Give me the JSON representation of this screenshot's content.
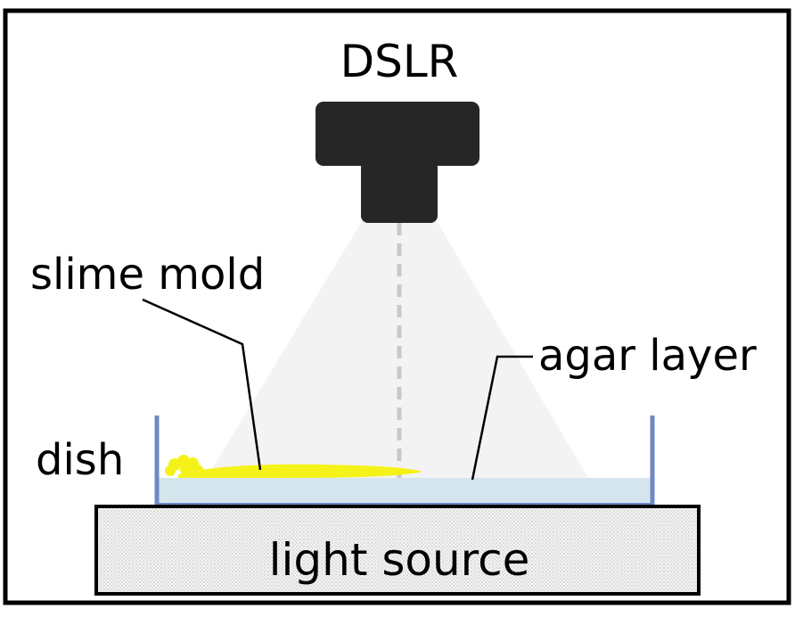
{
  "labels": {
    "camera": "DSLR",
    "slime_mold": "slime mold",
    "agar": "agar layer",
    "dish": "dish",
    "light_source": "light source"
  },
  "colors": {
    "frame": "#000000",
    "camera_body": "#262626",
    "light_cone": "#f3f3f3",
    "axis_dash": "#c8c8c8",
    "dish_wall": "#6f88c4",
    "agar_fill": "#d5e5ee",
    "slime_mold": "#f5f21a",
    "light_box_fill": "#f2f2f2",
    "leader_line": "#000000"
  }
}
